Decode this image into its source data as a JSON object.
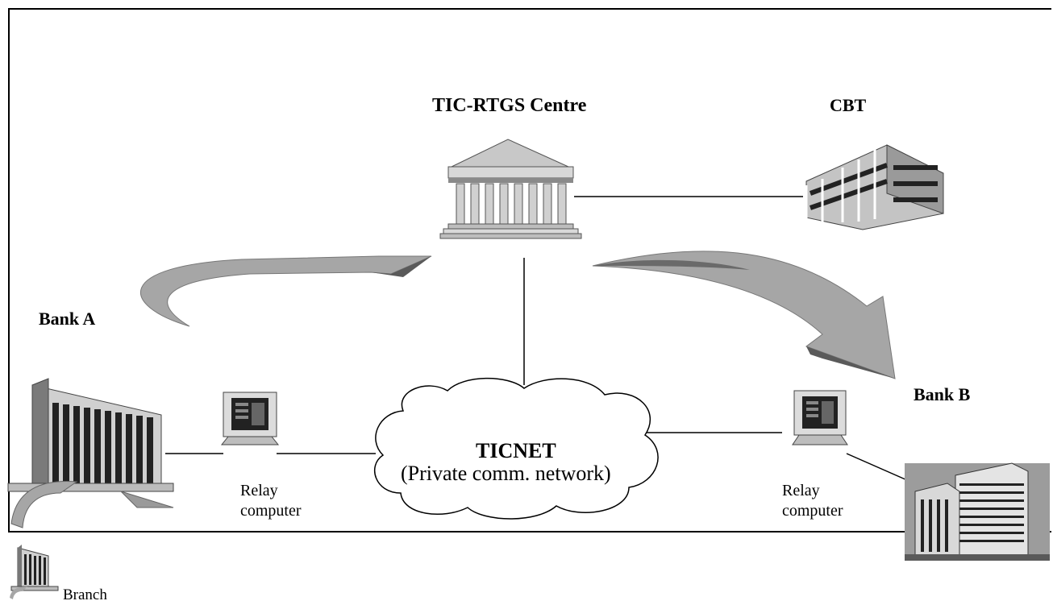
{
  "labels": {
    "centre": "TIC-RTGS Centre",
    "cbt": "CBT",
    "bank_a": "Bank A",
    "bank_b": "Bank B",
    "network_name": "TICNET",
    "network_desc": "(Private comm. network)",
    "relay_line1": "Relay",
    "relay_line2": "computer",
    "branch": "Branch"
  },
  "icons": {
    "centre": "bank-building-icon",
    "cbt": "office-building-icon",
    "bank_a": "tower-building-icon",
    "bank_b": "skyscraper-icon",
    "relay": "computer-terminal-icon",
    "network": "cloud-icon"
  },
  "colors": {
    "line": "#000000",
    "arrow_light": "#a6a6a6",
    "arrow_dark": "#5a5a5a",
    "building_light": "#c8c8c8",
    "building_dark": "#3a3a3a"
  }
}
